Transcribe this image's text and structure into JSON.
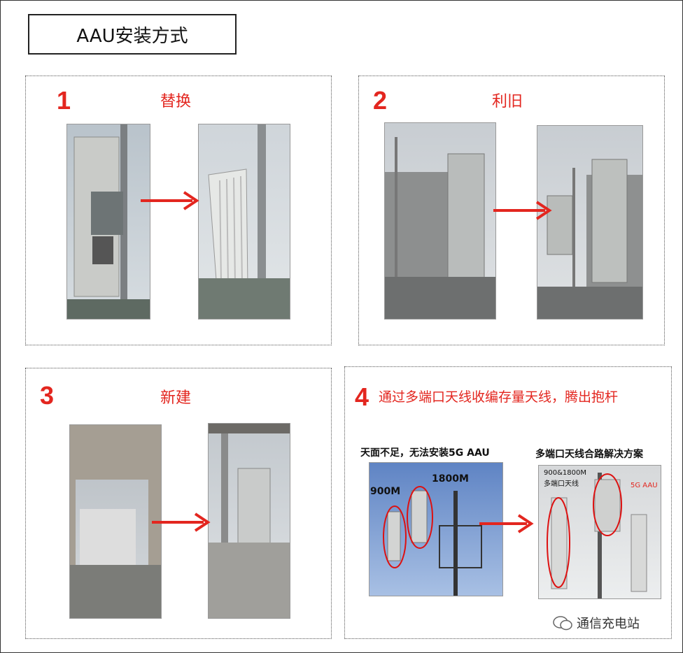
{
  "title": "AAU安装方式",
  "panels": [
    {
      "num": "1",
      "label": "替换"
    },
    {
      "num": "2",
      "label": "利旧"
    },
    {
      "num": "3",
      "label": "新建"
    },
    {
      "num": "4",
      "label": "通过多端口天线收编存量天线，腾出抱杆"
    }
  ],
  "panel4": {
    "left_caption": "天面不足，无法安装5G AAU",
    "right_caption": "多端口天线合路解决方案",
    "tag_900": "900M",
    "tag_1800": "1800M",
    "tag_multi_line1": "900&1800M",
    "tag_multi_line2": "多端口天线",
    "tag_5g": "5G AAU"
  },
  "watermark": "通信充电站",
  "colors": {
    "accent": "#e3261f"
  }
}
